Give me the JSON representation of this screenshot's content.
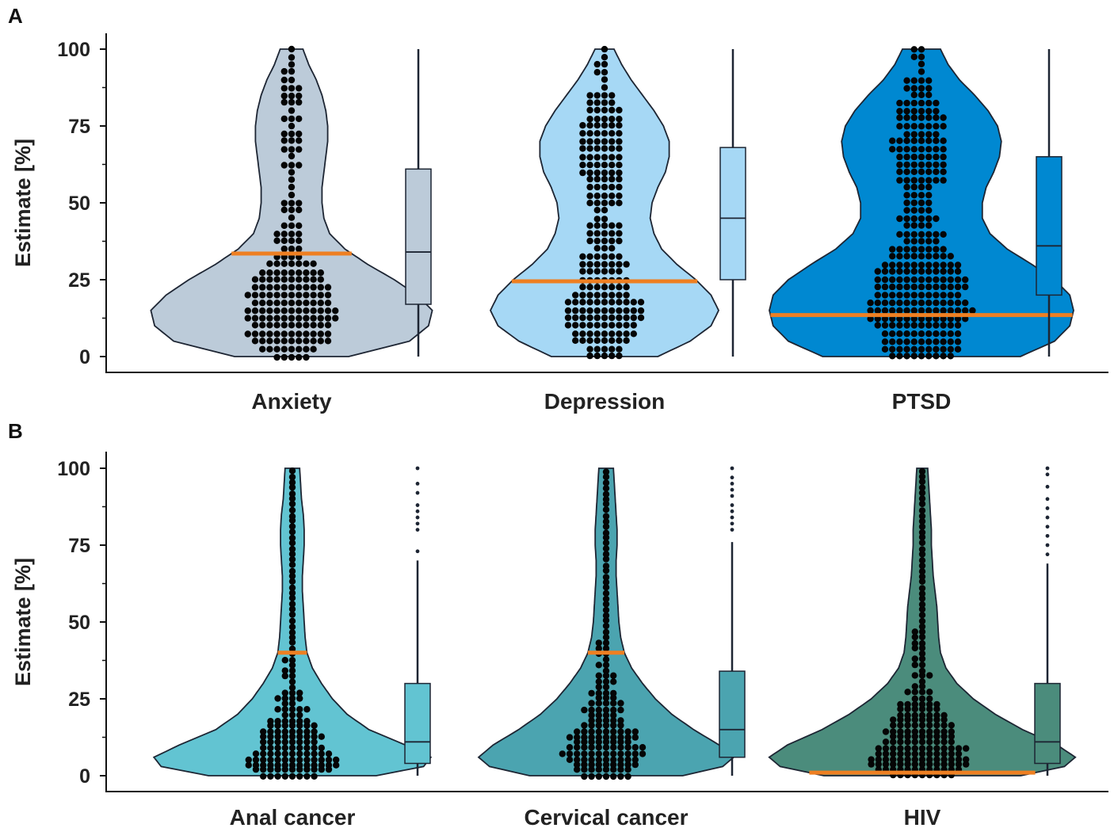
{
  "chart_data": [
    {
      "panel": "A",
      "type": "violin",
      "ylabel": "Estimate [%]",
      "ylim": [
        0,
        100
      ],
      "yticks": [
        0,
        25,
        50,
        75,
        100
      ],
      "grid": false,
      "categories": [
        "Anxiety",
        "Depression",
        "PTSD"
      ],
      "series": [
        {
          "category": "Anxiety",
          "color": "#bccbd9",
          "mode_line": 33.5,
          "mean_marker": 34,
          "box": {
            "q1": 17,
            "median": 34,
            "q3": 61,
            "whisker_low": 0,
            "whisker_high": 100,
            "outliers": []
          },
          "density": [
            [
              0,
              0.3
            ],
            [
              5,
              0.62
            ],
            [
              10,
              0.72
            ],
            [
              15,
              0.74
            ],
            [
              20,
              0.66
            ],
            [
              25,
              0.54
            ],
            [
              30,
              0.4
            ],
            [
              35,
              0.28
            ],
            [
              40,
              0.2
            ],
            [
              45,
              0.17
            ],
            [
              50,
              0.16
            ],
            [
              55,
              0.16
            ],
            [
              60,
              0.17
            ],
            [
              65,
              0.18
            ],
            [
              70,
              0.19
            ],
            [
              75,
              0.19
            ],
            [
              80,
              0.18
            ],
            [
              85,
              0.16
            ],
            [
              90,
              0.13
            ],
            [
              95,
              0.09
            ],
            [
              100,
              0.06
            ]
          ]
        },
        {
          "category": "Depression",
          "color": "#a6d8f5",
          "mode_line": 24.5,
          "mean_marker": 45,
          "box": {
            "q1": 25,
            "median": 45,
            "q3": 68,
            "whisker_low": 0,
            "whisker_high": 100,
            "outliers": []
          },
          "density": [
            [
              0,
              0.28
            ],
            [
              5,
              0.45
            ],
            [
              10,
              0.56
            ],
            [
              15,
              0.6
            ],
            [
              20,
              0.56
            ],
            [
              25,
              0.48
            ],
            [
              30,
              0.38
            ],
            [
              35,
              0.3
            ],
            [
              40,
              0.26
            ],
            [
              45,
              0.24
            ],
            [
              50,
              0.25
            ],
            [
              55,
              0.28
            ],
            [
              60,
              0.32
            ],
            [
              65,
              0.34
            ],
            [
              70,
              0.34
            ],
            [
              75,
              0.31
            ],
            [
              80,
              0.26
            ],
            [
              85,
              0.2
            ],
            [
              90,
              0.14
            ],
            [
              95,
              0.09
            ],
            [
              100,
              0.05
            ]
          ]
        },
        {
          "category": "PTSD",
          "color": "#0088d1",
          "mode_line": 13.5,
          "mean_marker": 36,
          "box": {
            "q1": 20,
            "median": 36,
            "q3": 65,
            "whisker_low": 0,
            "whisker_high": 100,
            "outliers": []
          },
          "density": [
            [
              0,
              0.52
            ],
            [
              5,
              0.7
            ],
            [
              10,
              0.78
            ],
            [
              15,
              0.8
            ],
            [
              20,
              0.78
            ],
            [
              25,
              0.7
            ],
            [
              30,
              0.58
            ],
            [
              35,
              0.45
            ],
            [
              40,
              0.36
            ],
            [
              45,
              0.32
            ],
            [
              50,
              0.32
            ],
            [
              55,
              0.34
            ],
            [
              60,
              0.38
            ],
            [
              65,
              0.41
            ],
            [
              70,
              0.42
            ],
            [
              75,
              0.4
            ],
            [
              80,
              0.35
            ],
            [
              85,
              0.28
            ],
            [
              90,
              0.2
            ],
            [
              95,
              0.14
            ],
            [
              100,
              0.1
            ]
          ]
        }
      ]
    },
    {
      "panel": "B",
      "type": "violin",
      "ylabel": "Estimate [%]",
      "ylim": [
        0,
        100
      ],
      "yticks": [
        0,
        25,
        50,
        75,
        100
      ],
      "grid": false,
      "categories": [
        "Anal cancer",
        "Cervical cancer",
        "HIV"
      ],
      "series": [
        {
          "category": "Anal cancer",
          "color": "#62c4d2",
          "mode_line": 40,
          "mean_marker": 11,
          "box": {
            "q1": 4,
            "median": 11,
            "q3": 30,
            "whisker_low": 0,
            "whisker_high": 70,
            "outliers": [
              73,
              80,
              82,
              84,
              86,
              88,
              92,
              95,
              100
            ]
          },
          "density": [
            [
              0,
              0.46
            ],
            [
              3,
              0.72
            ],
            [
              6,
              0.76
            ],
            [
              10,
              0.62
            ],
            [
              15,
              0.42
            ],
            [
              20,
              0.3
            ],
            [
              25,
              0.22
            ],
            [
              30,
              0.16
            ],
            [
              35,
              0.11
            ],
            [
              40,
              0.08
            ],
            [
              45,
              0.07
            ],
            [
              50,
              0.065
            ],
            [
              55,
              0.06
            ],
            [
              60,
              0.055
            ],
            [
              65,
              0.055
            ],
            [
              70,
              0.06
            ],
            [
              75,
              0.065
            ],
            [
              80,
              0.065
            ],
            [
              85,
              0.06
            ],
            [
              90,
              0.05
            ],
            [
              95,
              0.045
            ],
            [
              100,
              0.04
            ]
          ]
        },
        {
          "category": "Cervical cancer",
          "color": "#4ba4b0",
          "mode_line": 40,
          "mean_marker": 15,
          "box": {
            "q1": 6,
            "median": 15,
            "q3": 34,
            "whisker_low": 0,
            "whisker_high": 76,
            "outliers": [
              80,
              82,
              84,
              86,
              88,
              91,
              93,
              95,
              97,
              100
            ]
          },
          "density": [
            [
              0,
              0.42
            ],
            [
              3,
              0.64
            ],
            [
              6,
              0.7
            ],
            [
              10,
              0.62
            ],
            [
              15,
              0.48
            ],
            [
              20,
              0.36
            ],
            [
              25,
              0.27
            ],
            [
              30,
              0.2
            ],
            [
              35,
              0.14
            ],
            [
              40,
              0.1
            ],
            [
              45,
              0.08
            ],
            [
              50,
              0.07
            ],
            [
              55,
              0.065
            ],
            [
              60,
              0.06
            ],
            [
              65,
              0.055
            ],
            [
              70,
              0.055
            ],
            [
              75,
              0.06
            ],
            [
              80,
              0.06
            ],
            [
              85,
              0.055
            ],
            [
              90,
              0.05
            ],
            [
              95,
              0.045
            ],
            [
              100,
              0.04
            ]
          ]
        },
        {
          "category": "HIV",
          "color": "#4b8c7c",
          "mode_line": 1,
          "mean_marker": 11,
          "box": {
            "q1": 4,
            "median": 11,
            "q3": 30,
            "whisker_low": 0,
            "whisker_high": 69,
            "outliers": [
              72,
              75,
              78,
              81,
              84,
              87,
              90,
              94,
              98,
              100
            ]
          },
          "density": [
            [
              0,
              0.54
            ],
            [
              3,
              0.78
            ],
            [
              6,
              0.84
            ],
            [
              10,
              0.74
            ],
            [
              15,
              0.55
            ],
            [
              20,
              0.4
            ],
            [
              25,
              0.28
            ],
            [
              30,
              0.19
            ],
            [
              35,
              0.13
            ],
            [
              40,
              0.1
            ],
            [
              45,
              0.09
            ],
            [
              50,
              0.085
            ],
            [
              55,
              0.08
            ],
            [
              60,
              0.07
            ],
            [
              65,
              0.06
            ],
            [
              70,
              0.055
            ],
            [
              75,
              0.05
            ],
            [
              80,
              0.05
            ],
            [
              85,
              0.045
            ],
            [
              90,
              0.04
            ],
            [
              95,
              0.035
            ],
            [
              100,
              0.03
            ]
          ]
        }
      ]
    }
  ]
}
